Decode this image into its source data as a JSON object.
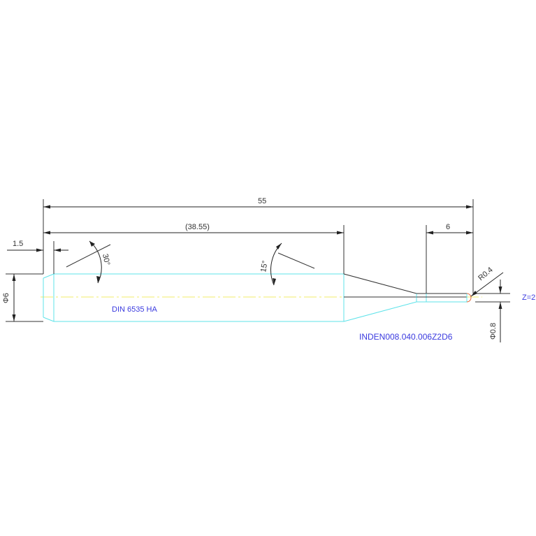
{
  "dimensions": {
    "overall_length": "55",
    "reference_length": "(38.55)",
    "tip_length": "6",
    "chamfer_length": "1.5",
    "chamfer_angle": "30°",
    "taper_angle": "15°",
    "shank_diameter": "Φ6",
    "tip_diameter": "Φ0.8",
    "ball_radius": "R0.4"
  },
  "labels": {
    "standard": "DIN 6535 HA",
    "part_number": "INDEN008.040.006Z2D6",
    "flutes": "Z=2"
  },
  "colors": {
    "outline": "#5fe3ea",
    "centerline": "#f2ee6b",
    "dimension": "#222222",
    "label": "#3a3adf",
    "ball_tip": "#e06a3a"
  }
}
